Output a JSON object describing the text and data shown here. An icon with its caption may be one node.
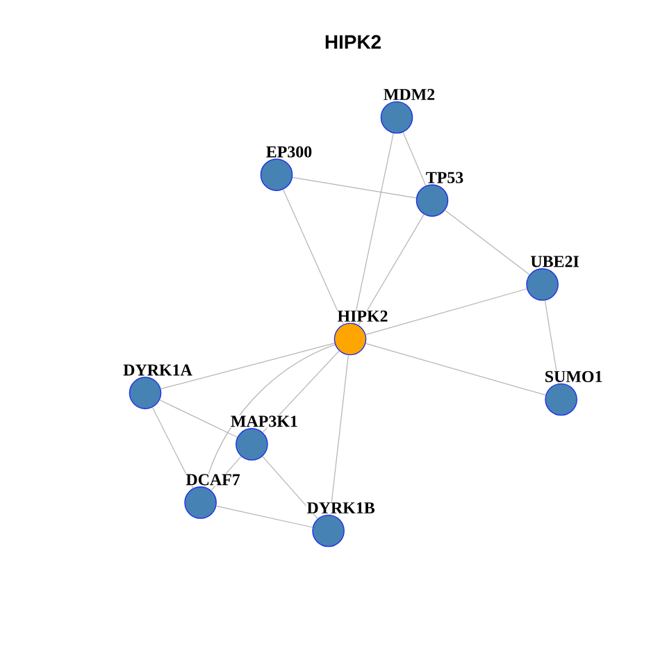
{
  "diagram": {
    "title": "HIPK2",
    "nodes": [
      {
        "text": [
          "MDM2"
        ]
      },
      {
        "text": [
          "EP300"
        ]
      },
      {
        "text": [
          "TP53"
        ]
      },
      {
        "text": [
          "UBE2I"
        ]
      },
      {
        "text": [
          "HIPK2"
        ]
      },
      {
        "text": [
          "SUMO1"
        ]
      },
      {
        "text": [
          "DYRK1A"
        ]
      },
      {
        "text": [
          "MAP3K1"
        ]
      },
      {
        "text": [
          "DCAF7"
        ]
      },
      {
        "text": [
          "DYRK1B"
        ]
      }
    ],
    "edges": [
      {
        "from": 0,
        "to": 2,
        "arrow": "none"
      },
      {
        "from": 0,
        "to": 4,
        "arrow": "none"
      },
      {
        "from": 1,
        "to": 2,
        "arrow": "none"
      },
      {
        "from": 1,
        "to": 4,
        "arrow": "none"
      },
      {
        "from": 2,
        "to": 4,
        "arrow": "none"
      },
      {
        "from": 2,
        "to": 3,
        "arrow": "none"
      },
      {
        "from": 3,
        "to": 4,
        "arrow": "none"
      },
      {
        "from": 3,
        "to": 5,
        "arrow": "none"
      },
      {
        "from": 4,
        "to": 5,
        "arrow": "none"
      },
      {
        "from": 4,
        "to": 6,
        "arrow": "none"
      },
      {
        "from": 4,
        "to": 7,
        "arrow": "none"
      },
      {
        "from": 4,
        "to": 8,
        "arrow": "none"
      },
      {
        "from": 7,
        "to": 8,
        "arrow": "none"
      },
      {
        "from": 6,
        "to": 7,
        "arrow": "none"
      },
      {
        "from": 6,
        "to": 8,
        "arrow": "none"
      },
      {
        "from": 7,
        "to": 9,
        "arrow": "none"
      },
      {
        "from": 8,
        "to": 9,
        "arrow": "none"
      },
      {
        "from": 4,
        "to": 9,
        "arrow": "none"
      }
    ]
  }
}
